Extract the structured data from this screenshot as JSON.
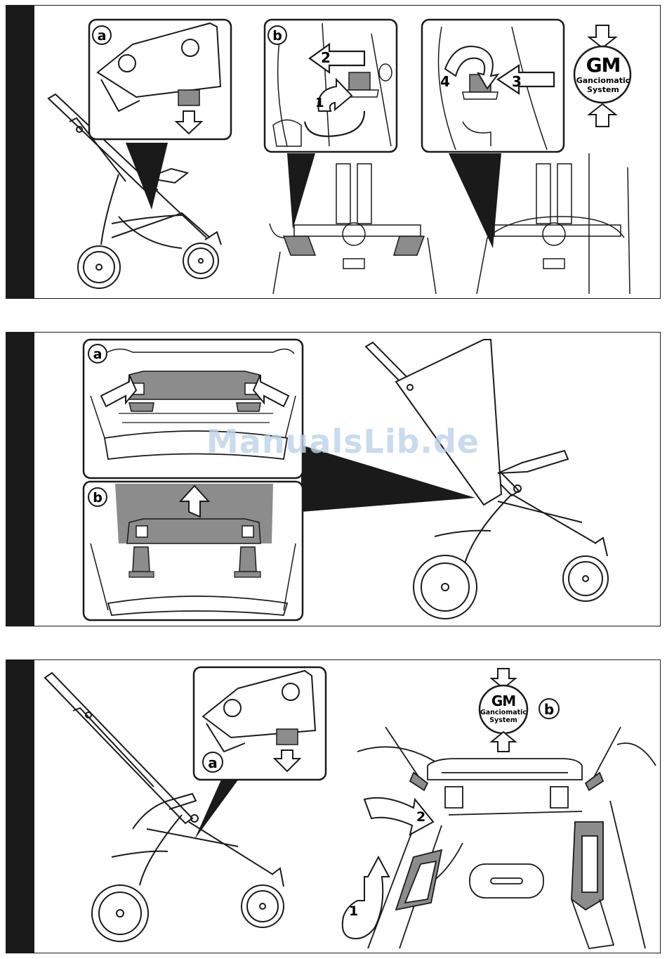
{
  "watermark": "ManualsLib.de",
  "brand": {
    "logo_big": "GM",
    "logo_line1": "Ganciomatic",
    "logo_line2": "System"
  },
  "panel1": {
    "inset_a": "a",
    "inset_b": "b",
    "step_1": "1",
    "step_2": "2",
    "step_3": "3",
    "step_4": "4"
  },
  "panel2": {
    "inset_a": "a",
    "inset_b": "b"
  },
  "panel3": {
    "inset_a": "a",
    "label_b": "b",
    "step_1": "1",
    "step_2": "2"
  },
  "colors": {
    "ink": "#1a1a1a",
    "grey_part": "#8c8c8c",
    "watermark": "#bcd3ea"
  }
}
